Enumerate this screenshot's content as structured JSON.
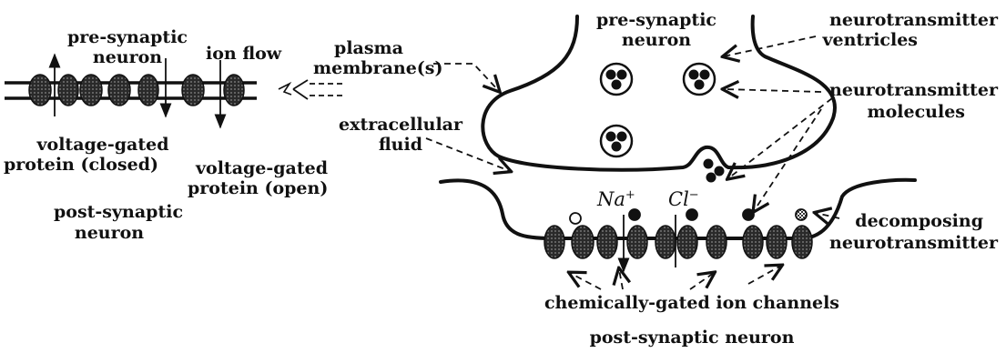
{
  "labels": {
    "left_pre": "pre-synaptic",
    "left_pre2": "neuron",
    "ion_flow": "ion flow",
    "plasma1": "plasma",
    "plasma2": "membrane(s)",
    "vg_closed1": "voltage-gated",
    "vg_closed2": "protein (closed)",
    "vg_open1": "voltage-gated",
    "vg_open2": "protein (open)",
    "left_post1": "post-synaptic",
    "left_post2": "neuron",
    "right_pre1": "pre-synaptic",
    "right_pre2": "neuron",
    "nt_vent1": "neurotransmitter",
    "nt_vent2": "ventricles",
    "nt_mol1": "neurotransmitter",
    "nt_mol2": "molecules",
    "extra1": "extracellular",
    "extra2": "fluid",
    "na_base": "Na",
    "na_sup": "+",
    "cl_base": "Cl",
    "cl_sup": "−",
    "decomp1": "decomposing",
    "decomp2": "neurotransmitter",
    "chan": "chemically-gated ion channels",
    "right_post": "post-synaptic neuron"
  },
  "colors": {
    "ink": "#111111",
    "protein": "#2a2a2a",
    "bg": "#ffffff"
  },
  "icons": {
    "vesicle": "vesicle-icon",
    "channel": "ion-channel-icon",
    "molecule": "neurotransmitter-molecule-icon"
  }
}
